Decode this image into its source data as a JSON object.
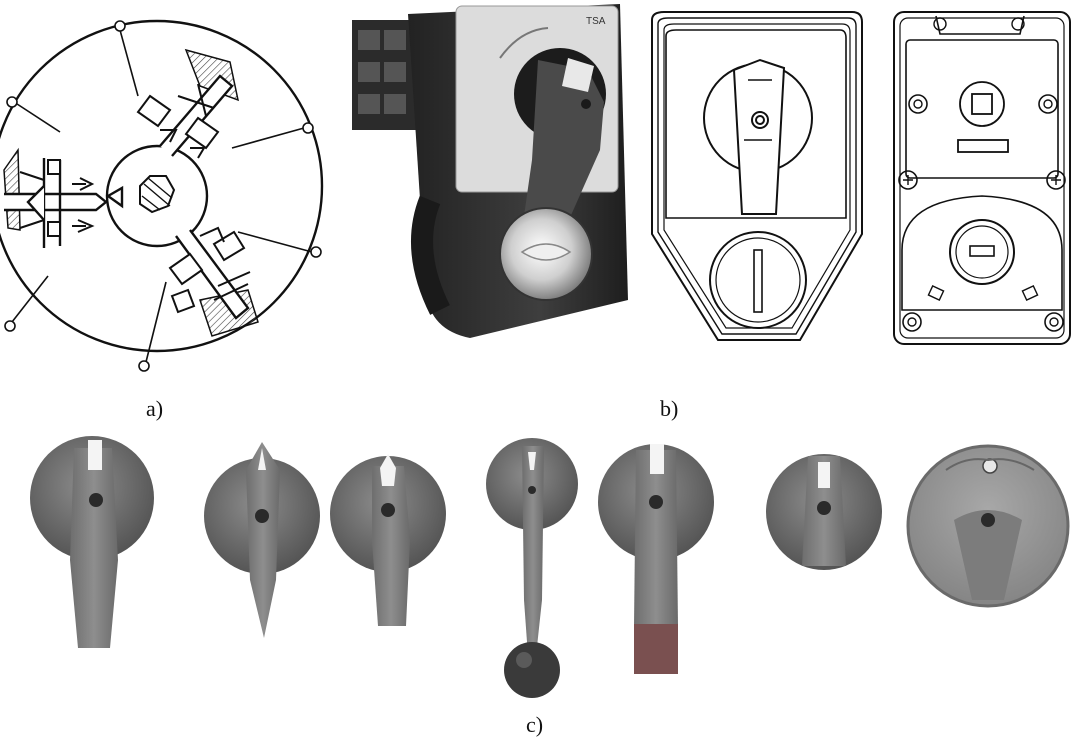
{
  "captions": {
    "a": "a)",
    "b": "b)",
    "c": "c)"
  },
  "colors": {
    "line": "#111111",
    "hatch": "#555555",
    "knob_dark": "#5e5e5e",
    "knob_mid": "#7a7a7a",
    "handle": "#8a8a8a",
    "device_body": "#3a3a3a",
    "plate": "#d6d6d6",
    "accent_red": "#8a4a4a"
  },
  "figures": {
    "a": "schematic-cam-switch-cross-section",
    "b": [
      "switch-photo",
      "front-plate-outline",
      "rear-plate-outline"
    ],
    "c": [
      "knob-long-handle",
      "knob-pointed-blade",
      "knob-arrow-short",
      "knob-ball-lever",
      "knob-long-red-tip",
      "knob-small-round",
      "knob-large-disc"
    ]
  }
}
